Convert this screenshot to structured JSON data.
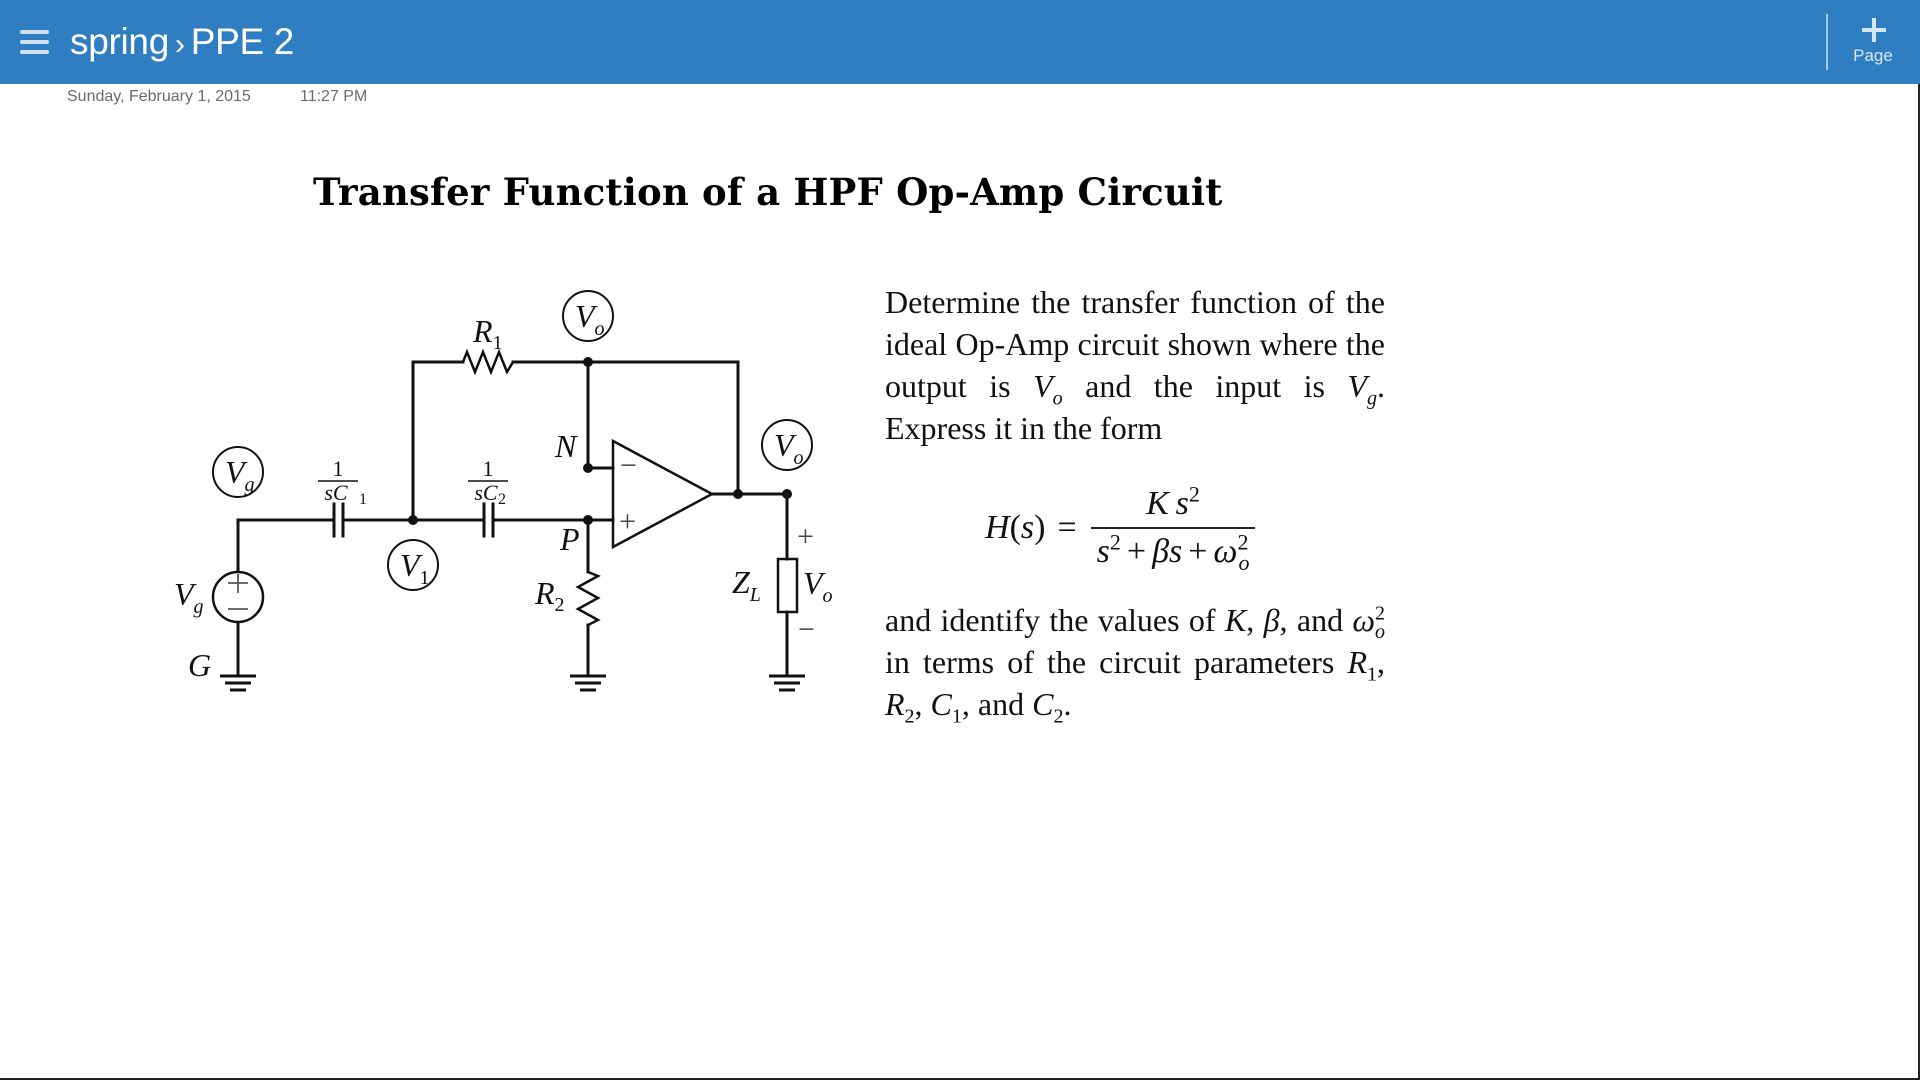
{
  "header": {
    "menu_icon": "hamburger-menu-icon",
    "breadcrumb": {
      "notebook": "spring",
      "separator": "›",
      "page": "PPE 2"
    },
    "add_page": {
      "icon": "plus-icon",
      "label": "Page"
    },
    "colors": {
      "bar": "#2e7ec1",
      "text": "#ffffff"
    }
  },
  "page_meta": {
    "date": "Sunday, February 1, 2015",
    "time": "11:27 PM"
  },
  "content": {
    "title": "Transfer Function of a HPF Op-Amp Circuit",
    "circuit": {
      "labels": {
        "R1": "R",
        "R1_sub": "1",
        "R2": "R",
        "R2_sub": "2",
        "C1_num": "1",
        "C1_den": "sC",
        "C1_sub": "1",
        "C2_num": "1",
        "C2_den": "sC",
        "C2_sub": "2",
        "node_Vo_top": "V",
        "node_Vo_top_sub": "o",
        "node_Vo_right": "V",
        "node_Vo_right_sub": "o",
        "node_Vg": "V",
        "node_Vg_sub": "g",
        "node_V1": "V",
        "node_V1_sub": "1",
        "source": "V",
        "source_sub": "g",
        "ground": "G",
        "node_N": "N",
        "node_P": "P",
        "load": "Z",
        "load_sub": "L",
        "load_voltage": "V",
        "load_voltage_sub": "o",
        "plus": "+",
        "minus": "−"
      }
    },
    "problem": {
      "p1_a": "Determine the transfer function of the ideal Op-Amp circuit shown where the output is ",
      "p1_vo": "V",
      "p1_vo_sub": "o",
      "p1_b": " and the in­put is ",
      "p1_vg": "V",
      "p1_vg_sub": "g",
      "p1_c": ". Express it in the form",
      "formula": {
        "lhs_fn": "H",
        "lhs_arg": "s",
        "eq": "=",
        "num_K": "K",
        "num_s": "s",
        "num_exp": "2",
        "den_s": "s",
        "den_exp": "2",
        "den_plus1": "+",
        "den_beta": "β",
        "den_s2": "s",
        "den_plus2": "+",
        "den_omega": "ω",
        "den_omega_sub": "o",
        "den_omega_exp": "2"
      },
      "p2_a": "and identify the values of ",
      "p2_K": "K",
      "p2_b": ", ",
      "p2_beta": "β",
      "p2_c": ", and ",
      "p2_omega": "ω",
      "p2_omega_sub": "o",
      "p2_omega_exp": "2",
      "p2_d": " in terms of the circuit parame­ters ",
      "p2_R1": "R",
      "p2_R1_sub": "1",
      "p2_sep1": ", ",
      "p2_R2": "R",
      "p2_R2_sub": "2",
      "p2_sep2": ", ",
      "p2_C1": "C",
      "p2_C1_sub": "1",
      "p2_sep3": ", and ",
      "p2_C2": "C",
      "p2_C2_sub": "2",
      "p2_end": "."
    }
  }
}
